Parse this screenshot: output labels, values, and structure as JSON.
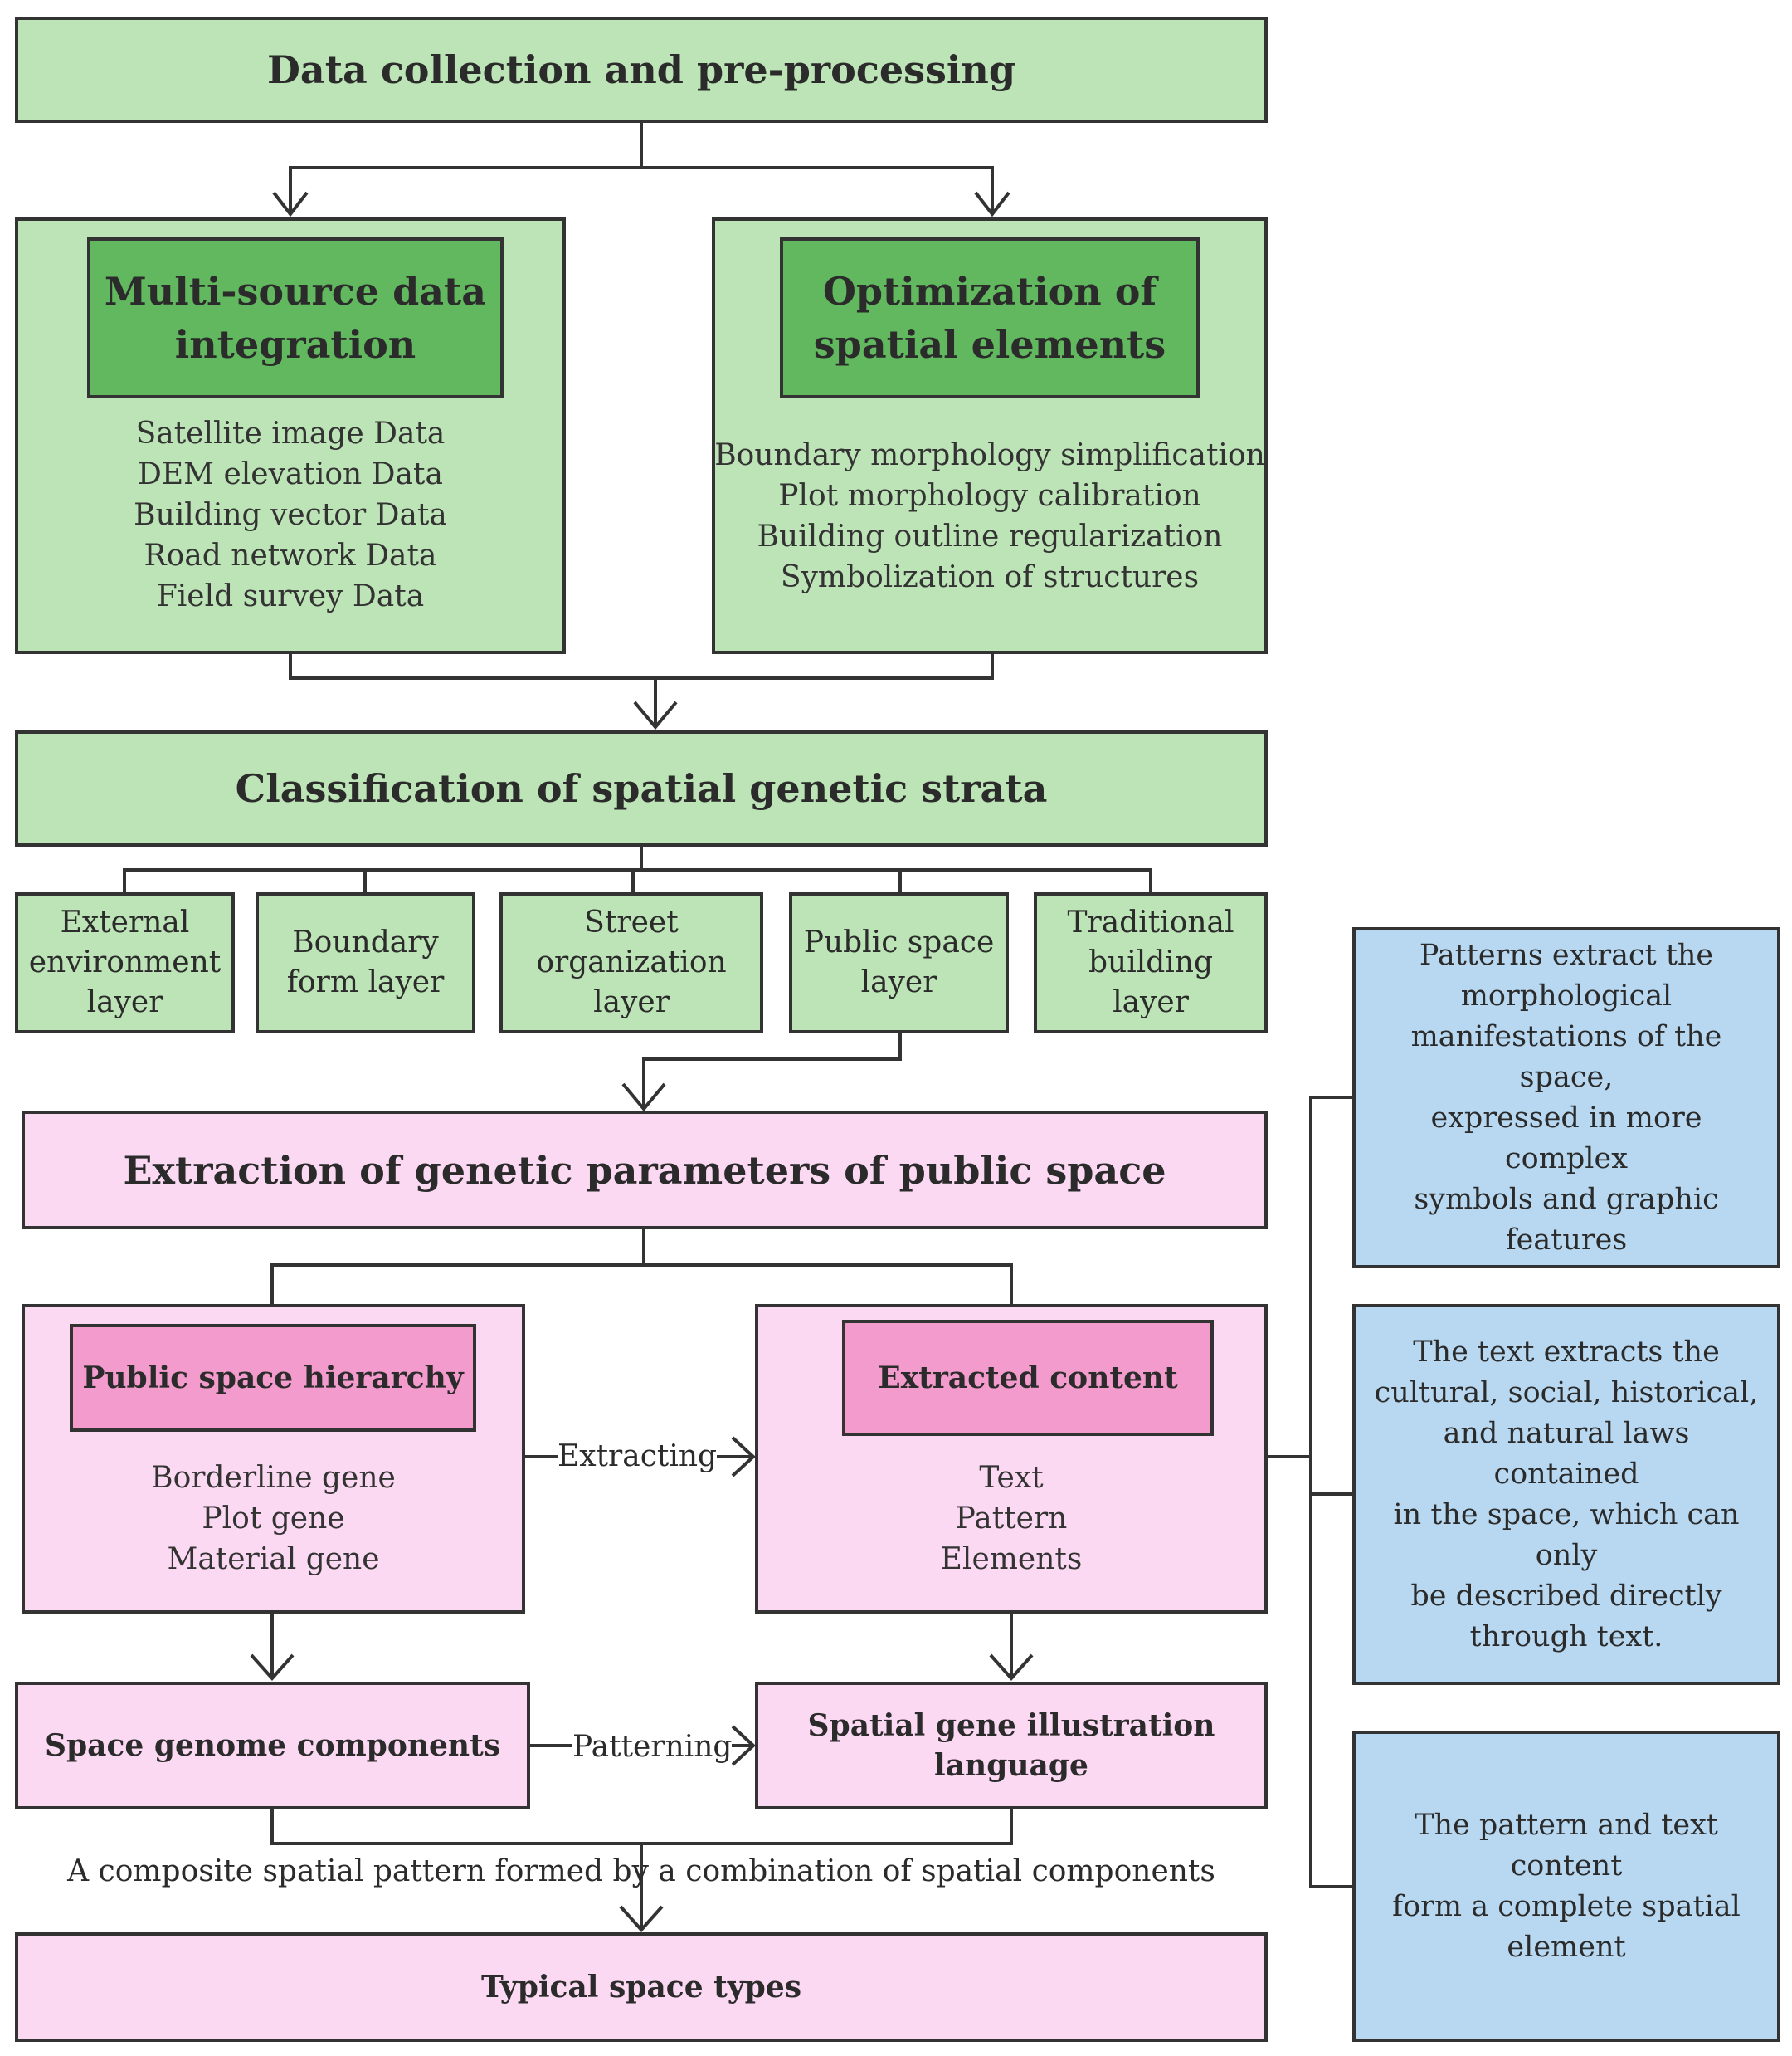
{
  "header": {
    "title": "Data collection and pre-processing"
  },
  "integration": {
    "title_line1": "Multi-source data",
    "title_line2": "integration",
    "items": [
      "Satellite image Data",
      "DEM elevation Data",
      "Building vector Data",
      "Road network Data",
      "Field survey Data"
    ]
  },
  "optimization": {
    "title_line1": "Optimization of",
    "title_line2": "spatial elements",
    "items": [
      "Boundary morphology simplification",
      "Plot morphology calibration",
      "Building outline regularization",
      "Symbolization of structures"
    ]
  },
  "classification": {
    "title": "Classification of spatial genetic strata"
  },
  "layers": [
    {
      "line1": "External",
      "line2": "environment",
      "line3": "layer"
    },
    {
      "line1": "Boundary",
      "line2": "form layer",
      "line3": ""
    },
    {
      "line1": "Street",
      "line2": "organization",
      "line3": "layer"
    },
    {
      "line1": "Public space",
      "line2": "layer",
      "line3": ""
    },
    {
      "line1": "Traditional",
      "line2": "building",
      "line3": "layer"
    }
  ],
  "extraction": {
    "title": "Extraction of genetic parameters of public space"
  },
  "hierarchy": {
    "title": "Public space hierarchy",
    "items": [
      "Borderline gene",
      "Plot gene",
      "Material gene"
    ]
  },
  "content": {
    "title": "Extracted content",
    "items": [
      "Text",
      "Pattern",
      "Elements"
    ]
  },
  "labels": {
    "extracting": "Extracting",
    "patterning": "Patterning"
  },
  "components": {
    "title": "Space genome components"
  },
  "illustration": {
    "line1": "Spatial gene illustration",
    "line2": "language"
  },
  "composite_caption": "A composite spatial pattern formed by a combination of spatial components",
  "typical": {
    "title": "Typical space types"
  },
  "notes": [
    {
      "lines": [
        "Patterns extract the",
        "morphological",
        "manifestations of the space,",
        "expressed in more complex",
        "symbols and graphic",
        "features"
      ]
    },
    {
      "lines": [
        "The text extracts the",
        "cultural, social, historical,",
        "and natural laws contained",
        "in the space, which can only",
        "be described directly",
        "through text."
      ]
    },
    {
      "lines": [
        "The pattern and text content",
        "form a complete spatial",
        "element"
      ]
    }
  ]
}
